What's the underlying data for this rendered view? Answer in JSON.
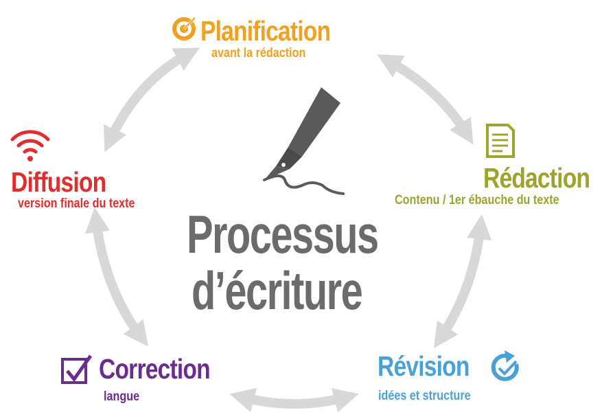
{
  "center": {
    "line1": "Processus",
    "line2": "d’écriture"
  },
  "stages": {
    "planification": {
      "title": "Planification",
      "subtitle": "avant la rédaction",
      "color": "#f0a022"
    },
    "redaction": {
      "title": "Rédaction",
      "subtitle": "Contenu / 1er ébauche du texte",
      "color": "#9ea32a"
    },
    "revision": {
      "title": "Révision",
      "subtitle": "idées et structure",
      "color": "#4aa1d6"
    },
    "correction": {
      "title": "Correction",
      "subtitle": "langue",
      "color": "#6a2d8e"
    },
    "diffusion": {
      "title": "Diffusion",
      "subtitle": "version finale du texte",
      "color": "#e02d2d"
    }
  },
  "arrow_color": "#d8d8d6",
  "icons": {
    "planification": "target-icon",
    "redaction": "document-icon",
    "revision": "refresh-check-icon",
    "correction": "checkbox-icon",
    "diffusion": "wifi-icon",
    "center": "fountain-pen-icon"
  }
}
